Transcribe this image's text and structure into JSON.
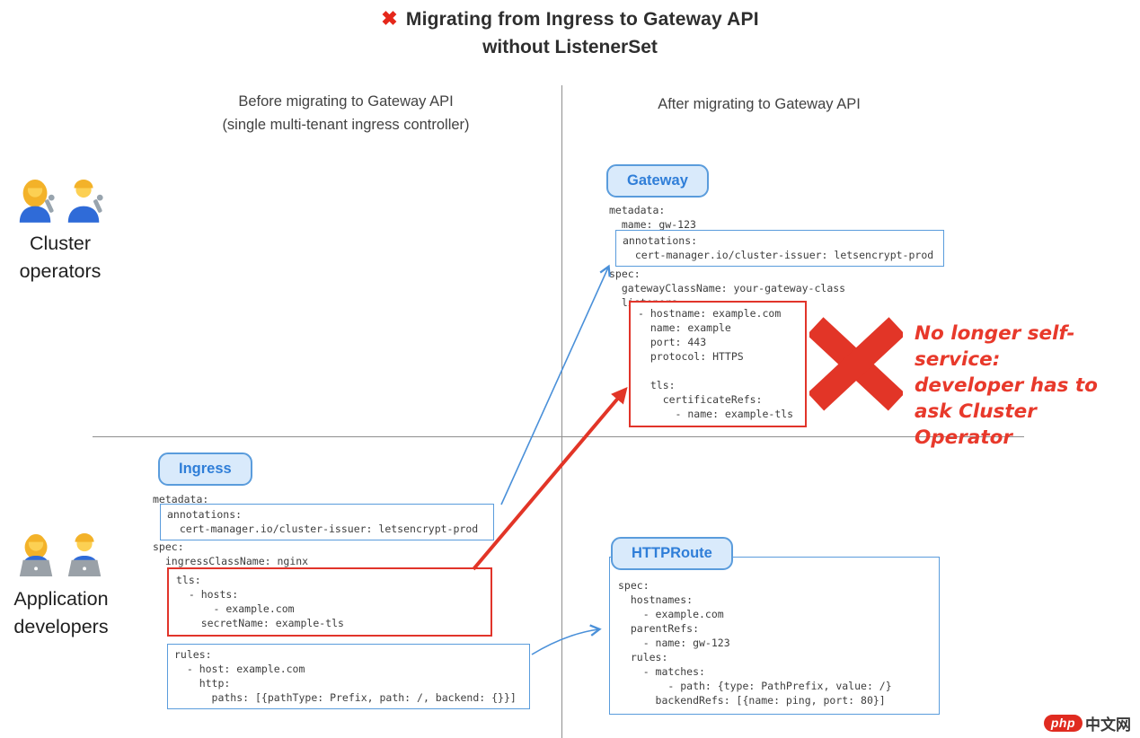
{
  "title": {
    "cross_icon": "✖",
    "line1": "Migrating from Ingress to Gateway API",
    "line2": "without ListenerSet"
  },
  "columns": {
    "before_line1": "Before migrating to Gateway API",
    "before_line2": "(single multi-tenant ingress controller)",
    "after": "After migrating to Gateway API"
  },
  "actors": {
    "cluster": {
      "line1": "Cluster",
      "line2": "operators",
      "emojis": "👩‍🔧 👨‍🔧"
    },
    "developers": {
      "line1": "Application",
      "line2": "developers",
      "emojis": "👩‍💻 👨‍💻"
    }
  },
  "gateway": {
    "label": "Gateway",
    "metadata_lines": [
      "metadata:",
      "  mame: gw-123"
    ],
    "annotations_boxed_lines": [
      "annotations:",
      "  cert-manager.io/cluster-issuer: letsencrypt-prod"
    ],
    "spec_lines": [
      "spec:",
      "  gatewayClassName: your-gateway-class",
      "  listeners:"
    ],
    "listeners_boxed_lines": [
      "- hostname: example.com",
      "  name: example",
      "  port: 443",
      "  protocol: HTTPS",
      "",
      "  tls:",
      "    certificateRefs:",
      "      - name: example-tls"
    ]
  },
  "ingress": {
    "label": "Ingress",
    "metadata_lines": [
      "metadata:"
    ],
    "annotations_boxed_lines": [
      "annotations:",
      "  cert-manager.io/cluster-issuer: letsencrypt-prod"
    ],
    "spec_lines": [
      "spec:",
      "  ingressClassName: nginx"
    ],
    "tls_boxed_lines": [
      "tls:",
      "  - hosts:",
      "      - example.com",
      "    secretName: example-tls"
    ],
    "rules_boxed_lines": [
      "rules:",
      "  - host: example.com",
      "    http:",
      "      paths: [{pathType: Prefix, path: /, backend: {}}]"
    ]
  },
  "httproute": {
    "label": "HTTPRoute",
    "spec_lines": [
      "spec:",
      "  hostnames:",
      "    - example.com",
      "  parentRefs:",
      "    - name: gw-123",
      "  rules:",
      "    - matches:",
      "        - path: {type: PathPrefix, value: /}",
      "      backendRefs: [{name: ping, port: 80}]"
    ]
  },
  "note_lines": [
    "No longer self-service:",
    "developer has to",
    "ask Cluster Operator"
  ],
  "watermark": {
    "badge": "php",
    "text": "中文网"
  },
  "colors": {
    "accent_blue": "#4a90d9",
    "box_blue_border": "#5a9cdc",
    "pill_fill": "#d9eafb",
    "alert_red": "#e1342a",
    "note_red": "#e8392b"
  }
}
